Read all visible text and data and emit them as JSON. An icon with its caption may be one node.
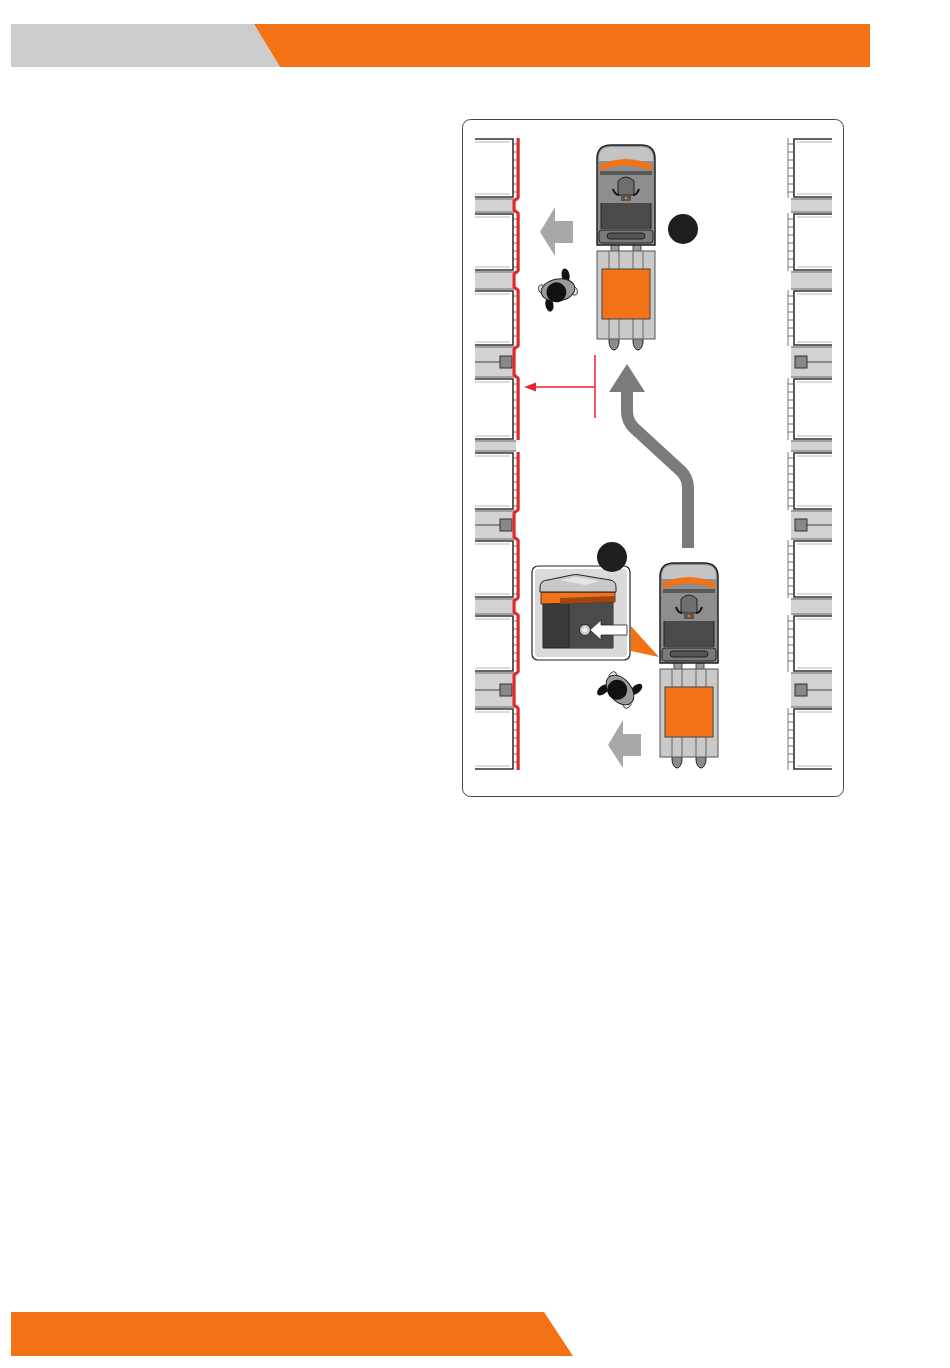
{
  "diagram": {
    "nodes": [
      {
        "text": [],
        "shape": "picture"
      },
      {
        "text": [],
        "shape": "picture"
      }
    ],
    "edges": [
      {
        "from": 0,
        "to": 1,
        "arrow": "to"
      }
    ]
  }
}
